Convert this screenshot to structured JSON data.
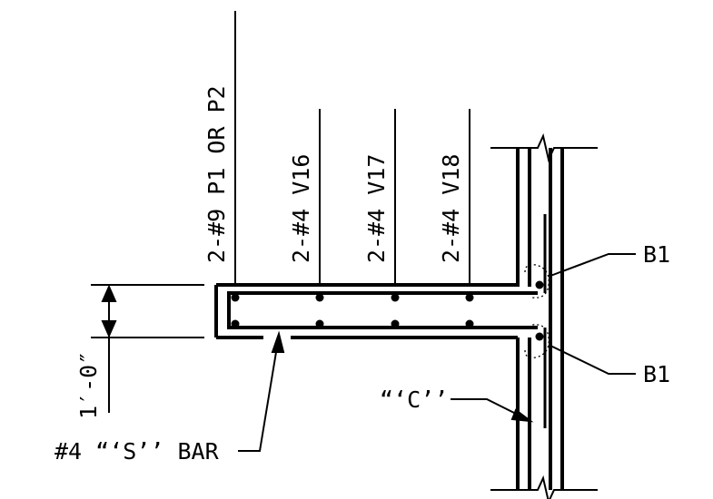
{
  "labels": {
    "callout_p": "2-#9 P1 OR P2",
    "callout_v16": "2-#4 V16",
    "callout_v17": "2-#4 V17",
    "callout_v18": "2-#4 V18",
    "b1_top": "B1",
    "b1_bottom": "B1",
    "c_bar": "“‘C’’",
    "s_bar": "#4 “‘S’’ BAR",
    "dimension": "1′-0″"
  }
}
